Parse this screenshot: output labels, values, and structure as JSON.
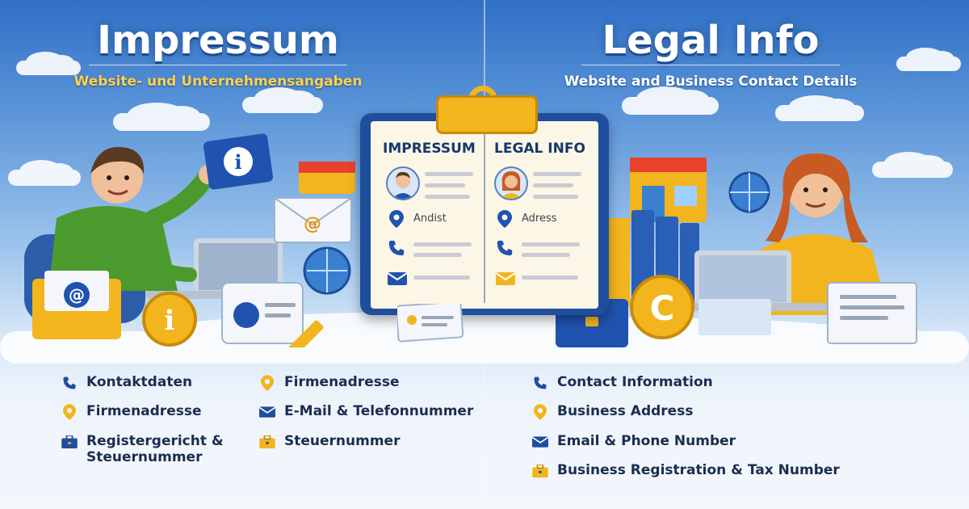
{
  "left": {
    "title": "Impressum",
    "subtitle": "Website- und Unternehmensangaben",
    "list": [
      {
        "icon": "phone-icon",
        "label": "Kontaktdaten"
      },
      {
        "icon": "location-pin-icon",
        "label": "Firmenadresse"
      },
      {
        "icon": "location-pin-icon",
        "label": "Firmenadresse"
      },
      {
        "icon": "envelope-icon",
        "label": "E-Mail & Telefonnummer"
      },
      {
        "icon": "briefcase-icon",
        "label": "Registergericht & Steuernummer"
      },
      {
        "icon": "briefcase-icon",
        "label": "Steuernummer"
      }
    ]
  },
  "right": {
    "title": "Legal Info",
    "subtitle": "Website and Business Contact Details",
    "list": [
      {
        "icon": "phone-icon",
        "label": "Contact Information"
      },
      {
        "icon": "location-pin-icon",
        "label": "Business Address"
      },
      {
        "icon": "envelope-icon",
        "label": "Email & Phone Number"
      },
      {
        "icon": "briefcase-icon",
        "label": "Business Registration & Tax Number"
      }
    ]
  },
  "clipboard": {
    "left_header": "IMPRESSUM",
    "right_header": "LEGAL INFO",
    "left_address": "Andist",
    "right_address": "Adress"
  },
  "colors": {
    "title": "#ffffff",
    "left_subtitle": "#ffd24a",
    "right_subtitle": "#ffffff",
    "list_text": "#1b2d4f",
    "accent_blue": "#1f4e9c",
    "accent_gold": "#f2b51e"
  }
}
